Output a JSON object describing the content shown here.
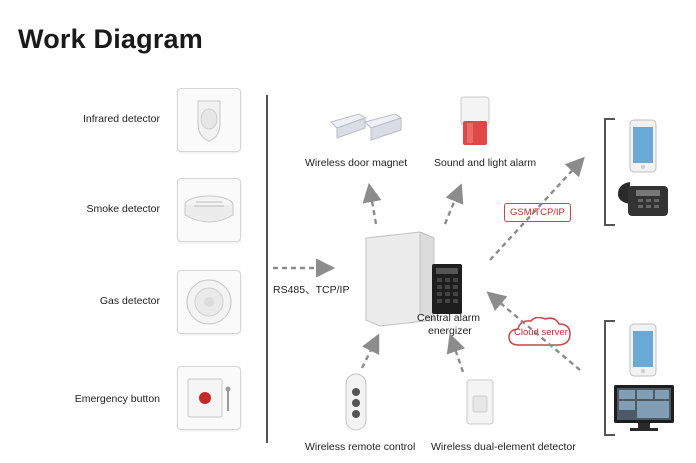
{
  "title": "Work Diagram",
  "detectors": [
    {
      "label": "Infrared detector",
      "icon": "infrared-detector-icon"
    },
    {
      "label": "Smoke detector",
      "icon": "smoke-detector-icon"
    },
    {
      "label": "Gas detector",
      "icon": "gas-detector-icon"
    },
    {
      "label": "Emergency button",
      "icon": "emergency-button-icon"
    }
  ],
  "link_left": "RS485、TCP/IP",
  "devices": {
    "door_magnet": "Wireless door magnet",
    "sound_light_alarm": "Sound and light alarm",
    "central_line1": "Central alarm",
    "central_line2": "energizer",
    "remote_control": "Wireless remote control",
    "dual_detector": "Wireless dual-element detector"
  },
  "links": {
    "gsm": "GSM/TCP/IP",
    "cloud": "Cloud server"
  },
  "colors": {
    "accent": "#c0292f",
    "arrow": "#8c8c8c",
    "line": "#555555"
  }
}
